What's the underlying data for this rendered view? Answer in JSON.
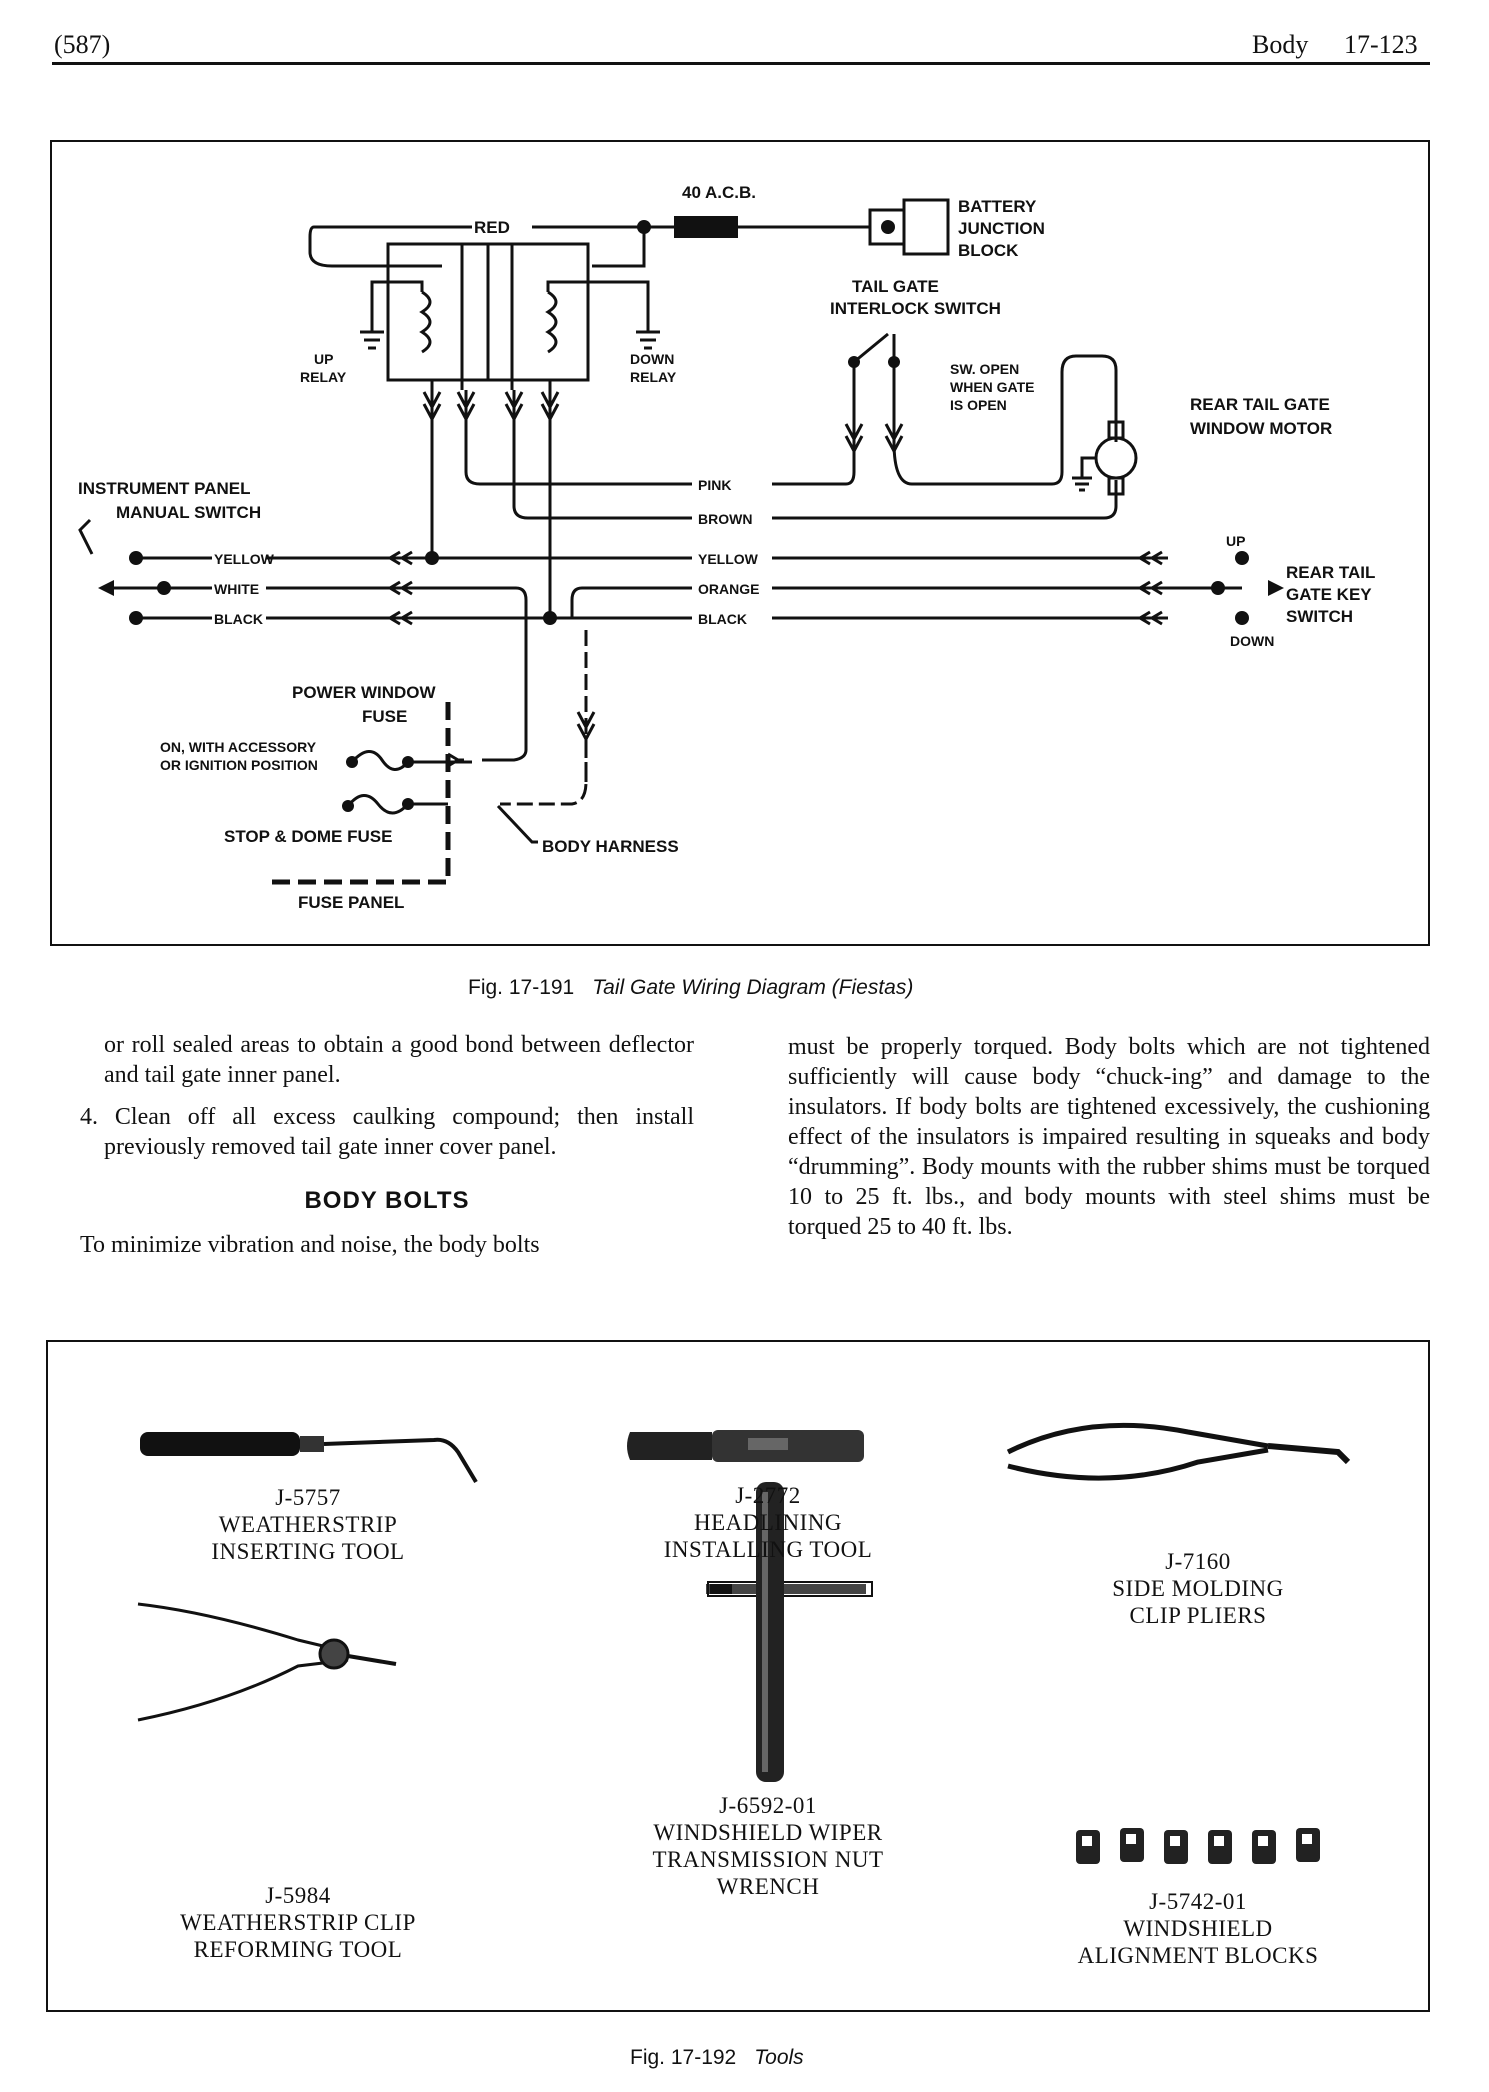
{
  "header": {
    "page_ref": "(587)",
    "section": "Body",
    "page_number": "17-123"
  },
  "figure1": {
    "number": "Fig. 17-191",
    "caption": "Tail Gate Wiring Diagram (Fiestas)",
    "labels": {
      "cb": "40 A.C.B.",
      "red": "RED",
      "battery1": "BATTERY",
      "battery2": "JUNCTION",
      "battery3": "BLOCK",
      "tg1": "TAIL GATE",
      "tg2": "INTERLOCK SWITCH",
      "up1": "UP",
      "up2": "RELAY",
      "down1": "DOWN",
      "down2": "RELAY",
      "sw1": "SW. OPEN",
      "sw2": "WHEN GATE",
      "sw3": "IS OPEN",
      "motor1": "REAR TAIL GATE",
      "motor2": "WINDOW MOTOR",
      "ip1": "INSTRUMENT PANEL",
      "ip2": "MANUAL SWITCH",
      "pink": "PINK",
      "brown": "BROWN",
      "yellow": "YELLOW",
      "orange": "ORANGE",
      "black": "BLACK",
      "white": "WHITE",
      "key_up": "UP",
      "key_down": "DOWN",
      "key1": "REAR TAIL",
      "key2": "GATE KEY",
      "key3": "SWITCH",
      "pwf1": "POWER WINDOW",
      "pwf2": "FUSE",
      "acc1": "ON, WITH ACCESSORY",
      "acc2": "OR IGNITION POSITION",
      "stop": "STOP & DOME FUSE",
      "harness": "BODY HARNESS",
      "fuse_panel": "FUSE PANEL"
    }
  },
  "text": {
    "left_p1": "or roll sealed areas to obtain a good bond between deflector and tail gate inner panel.",
    "left_p2": "4. Clean off all excess caulking compound; then install previously removed tail gate inner cover panel.",
    "heading": "BODY BOLTS",
    "left_p3": "To minimize vibration and noise, the body bolts",
    "right_p": "must be properly torqued. Body bolts which are not tightened sufficiently will cause body “chuck-ing” and damage to the insulators. If body bolts are tightened excessively, the cushioning effect of the insulators is impaired resulting in squeaks and body “drumming”. Body mounts with the rubber shims must be torqued 10 to 25 ft. lbs., and body mounts with steel shims must be torqued 25 to 40 ft. lbs."
  },
  "figure2": {
    "number": "Fig. 17-192",
    "caption": "Tools",
    "tools": [
      {
        "id": "J-5757",
        "l1": "WEATHERSTRIP",
        "l2": "INSERTING TOOL"
      },
      {
        "id": "J-2772",
        "l1": "HEADLINING",
        "l2": "INSTALLING TOOL"
      },
      {
        "id": "J-7160",
        "l1": "SIDE MOLDING",
        "l2": "CLIP PLIERS"
      },
      {
        "id": "J-6592-01",
        "l1": "WINDSHIELD WIPER",
        "l2": "TRANSMISSION NUT",
        "l3": "WRENCH"
      },
      {
        "id": "J-5984",
        "l1": "WEATHERSTRIP CLIP",
        "l2": "REFORMING TOOL"
      },
      {
        "id": "J-5742-01",
        "l1": "WINDSHIELD",
        "l2": "ALIGNMENT BLOCKS"
      }
    ]
  }
}
